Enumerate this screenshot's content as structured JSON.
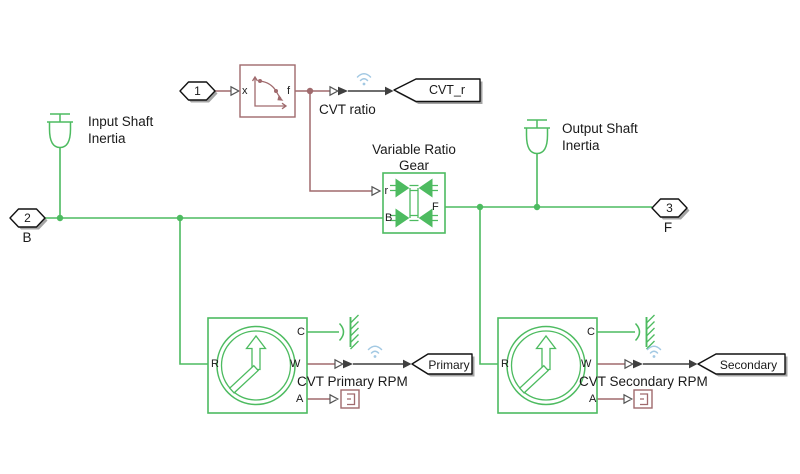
{
  "colors": {
    "mech": "#4dbb60",
    "ps": "#a06a6d",
    "sig": "#3f3f3f",
    "wifi": "#a3c9e3",
    "text": "#1a1a1a"
  },
  "ports": {
    "inport1": "1",
    "port2": "2",
    "port2_label": "B",
    "port3": "3",
    "port3_label": "F"
  },
  "lookup": {
    "in": "x",
    "out": "f"
  },
  "signal_labels": {
    "cvt_ratio": "CVT ratio"
  },
  "gear": {
    "title1": "Variable Ratio",
    "title2": "Gear",
    "r": "r",
    "b": "B",
    "f": "F"
  },
  "inertia": {
    "input1": "Input Shaft",
    "input2": "Inertia",
    "output1": "Output Shaft",
    "output2": "Inertia"
  },
  "sensors": {
    "primary": {
      "label": "CVT Primary RPM",
      "r": "R",
      "c": "C",
      "w": "W",
      "a": "A"
    },
    "secondary": {
      "label": "CVT Secondary RPM",
      "r": "R",
      "c": "C",
      "w": "W",
      "a": "A"
    }
  },
  "tags": {
    "cvt_r": "CVT_r",
    "primary": "Primary",
    "secondary": "Secondary"
  }
}
